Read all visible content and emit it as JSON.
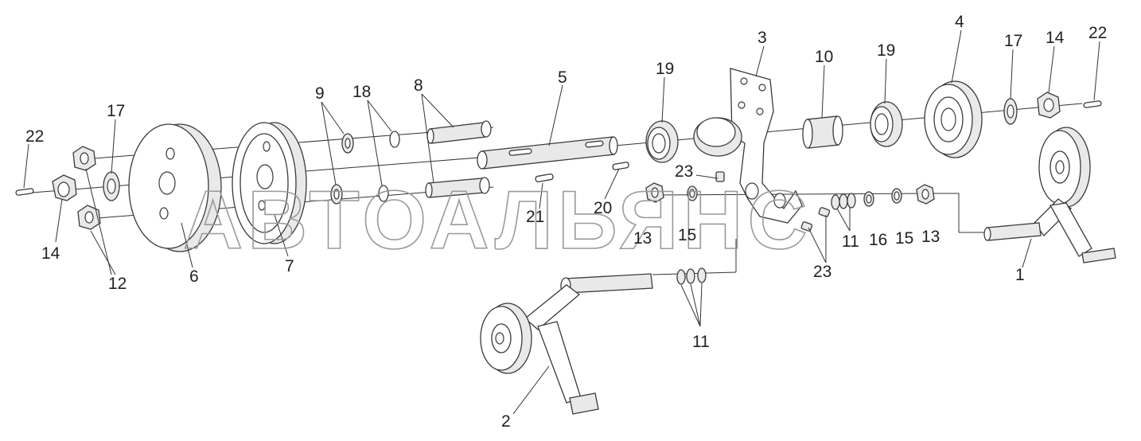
{
  "watermark": "АВТОАЛЬЯНС",
  "callouts": {
    "c1": "1",
    "c2": "2",
    "c3": "3",
    "c4": "4",
    "c5": "5",
    "c6": "6",
    "c7": "7",
    "c8": "8",
    "c9": "9",
    "c10": "10",
    "c11a": "11",
    "c11b": "11",
    "c12": "12",
    "c13a": "13",
    "c13b": "13",
    "c14a": "14",
    "c14b": "14",
    "c15a": "15",
    "c15b": "15",
    "c16": "16",
    "c17a": "17",
    "c17b": "17",
    "c18": "18",
    "c19a": "19",
    "c19b": "19",
    "c20": "20",
    "c21": "21",
    "c22a": "22",
    "c22b": "22",
    "c23a": "23",
    "c23b": "23"
  }
}
